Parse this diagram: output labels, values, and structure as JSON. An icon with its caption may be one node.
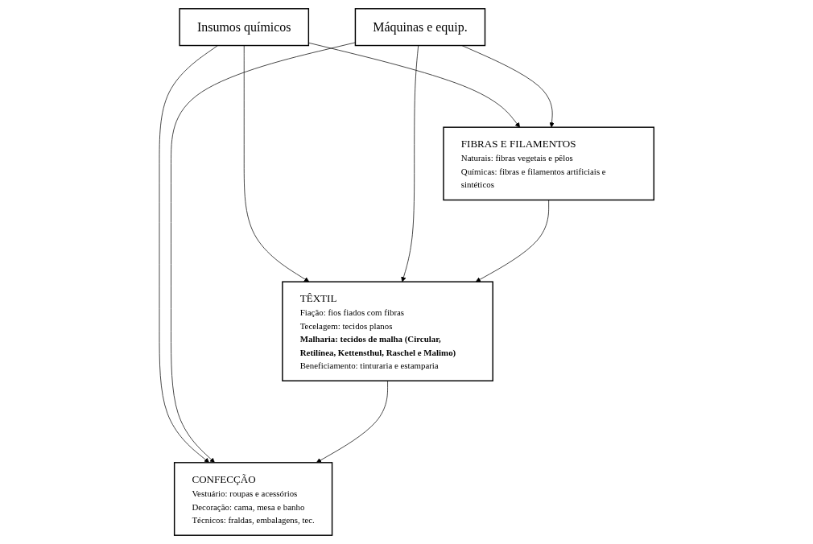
{
  "diagram": {
    "nodes": [
      {
        "text": [
          "Insumos químicos"
        ]
      },
      {
        "text": [
          "FIBRAS E FILAMENTOS",
          "Naturais: fibras vegetais e pêlos",
          "Químicas: fibras e filamentos artificiais e sintéticos"
        ]
      },
      {
        "text": [
          "TÊXTIL",
          "Fiação: fios fiados com fibras",
          "Tecelagem: tecidos planos",
          "Malharia: tecidos de malha (Circular, Retilínea, Kettensthul, Raschel e Malimo)",
          "Beneficiamento: tinturaria e estamparia"
        ]
      },
      {
        "text": [
          "CONFECÇÃO",
          "Vestuário: roupas e acessórios",
          "Decoração: cama, mesa e banho",
          "Técnicos: fraldas, embalagens, tec."
        ]
      },
      {
        "text": [
          "Máquinas e equip."
        ]
      }
    ],
    "edges": [
      {
        "from": 0,
        "to": 1,
        "arrow": "to"
      },
      {
        "from": 0,
        "to": 2,
        "arrow": "to"
      },
      {
        "from": 0,
        "to": 3,
        "arrow": "to"
      },
      {
        "from": 4,
        "to": 1,
        "arrow": "to"
      },
      {
        "from": 4,
        "to": 2,
        "arrow": "to"
      },
      {
        "from": 4,
        "to": 3,
        "arrow": "to"
      },
      {
        "from": 1,
        "to": 2,
        "arrow": "to"
      },
      {
        "from": 2,
        "to": 3,
        "arrow": "to"
      }
    ]
  }
}
